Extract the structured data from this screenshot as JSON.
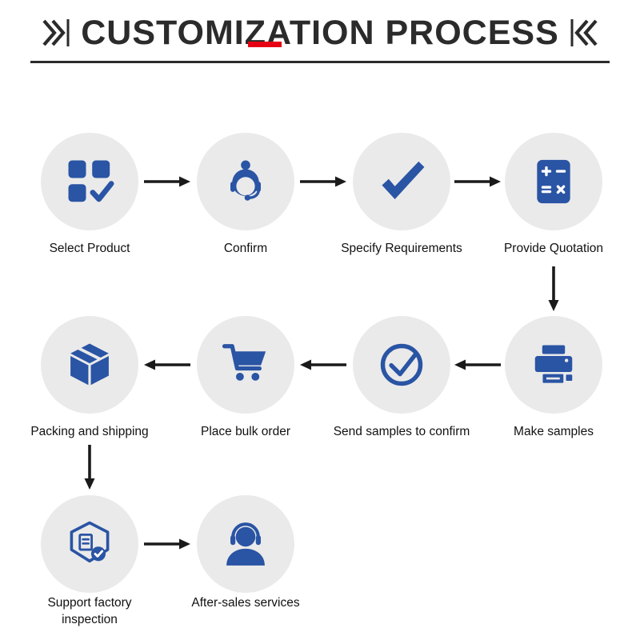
{
  "title": {
    "text": "CUSTOMIZATION PROCESS",
    "left_mark": "double-chevron-right-with-bar",
    "right_mark": "double-chevron-left-with-bar",
    "underline_accent_color": "#e60014"
  },
  "colors": {
    "icon_blue": "#2a54a4",
    "circle_bg": "#eaeaea",
    "arrow": "#1a1a1a",
    "accent_red": "#e60014",
    "title_text": "#2b2b2b"
  },
  "steps": [
    {
      "order": 1,
      "label": "Select Product",
      "icon": "product-grid-check-icon"
    },
    {
      "order": 2,
      "label": "Confirm",
      "icon": "customer-service-icon"
    },
    {
      "order": 3,
      "label": "Specify Requirements",
      "icon": "checkmark-icon"
    },
    {
      "order": 4,
      "label": "Provide Quotation",
      "icon": "calculator-icon"
    },
    {
      "order": 5,
      "label": "Make samples",
      "icon": "printer-icon"
    },
    {
      "order": 6,
      "label": "Send samples to confirm",
      "icon": "circle-check-icon"
    },
    {
      "order": 7,
      "label": "Place bulk order",
      "icon": "shopping-cart-icon"
    },
    {
      "order": 8,
      "label": "Packing and shipping",
      "icon": "package-box-icon"
    },
    {
      "order": 9,
      "label": "Support factory inspection",
      "icon": "factory-inspection-icon"
    },
    {
      "order": 10,
      "label": "After-sales services",
      "icon": "headset-support-icon"
    }
  ]
}
